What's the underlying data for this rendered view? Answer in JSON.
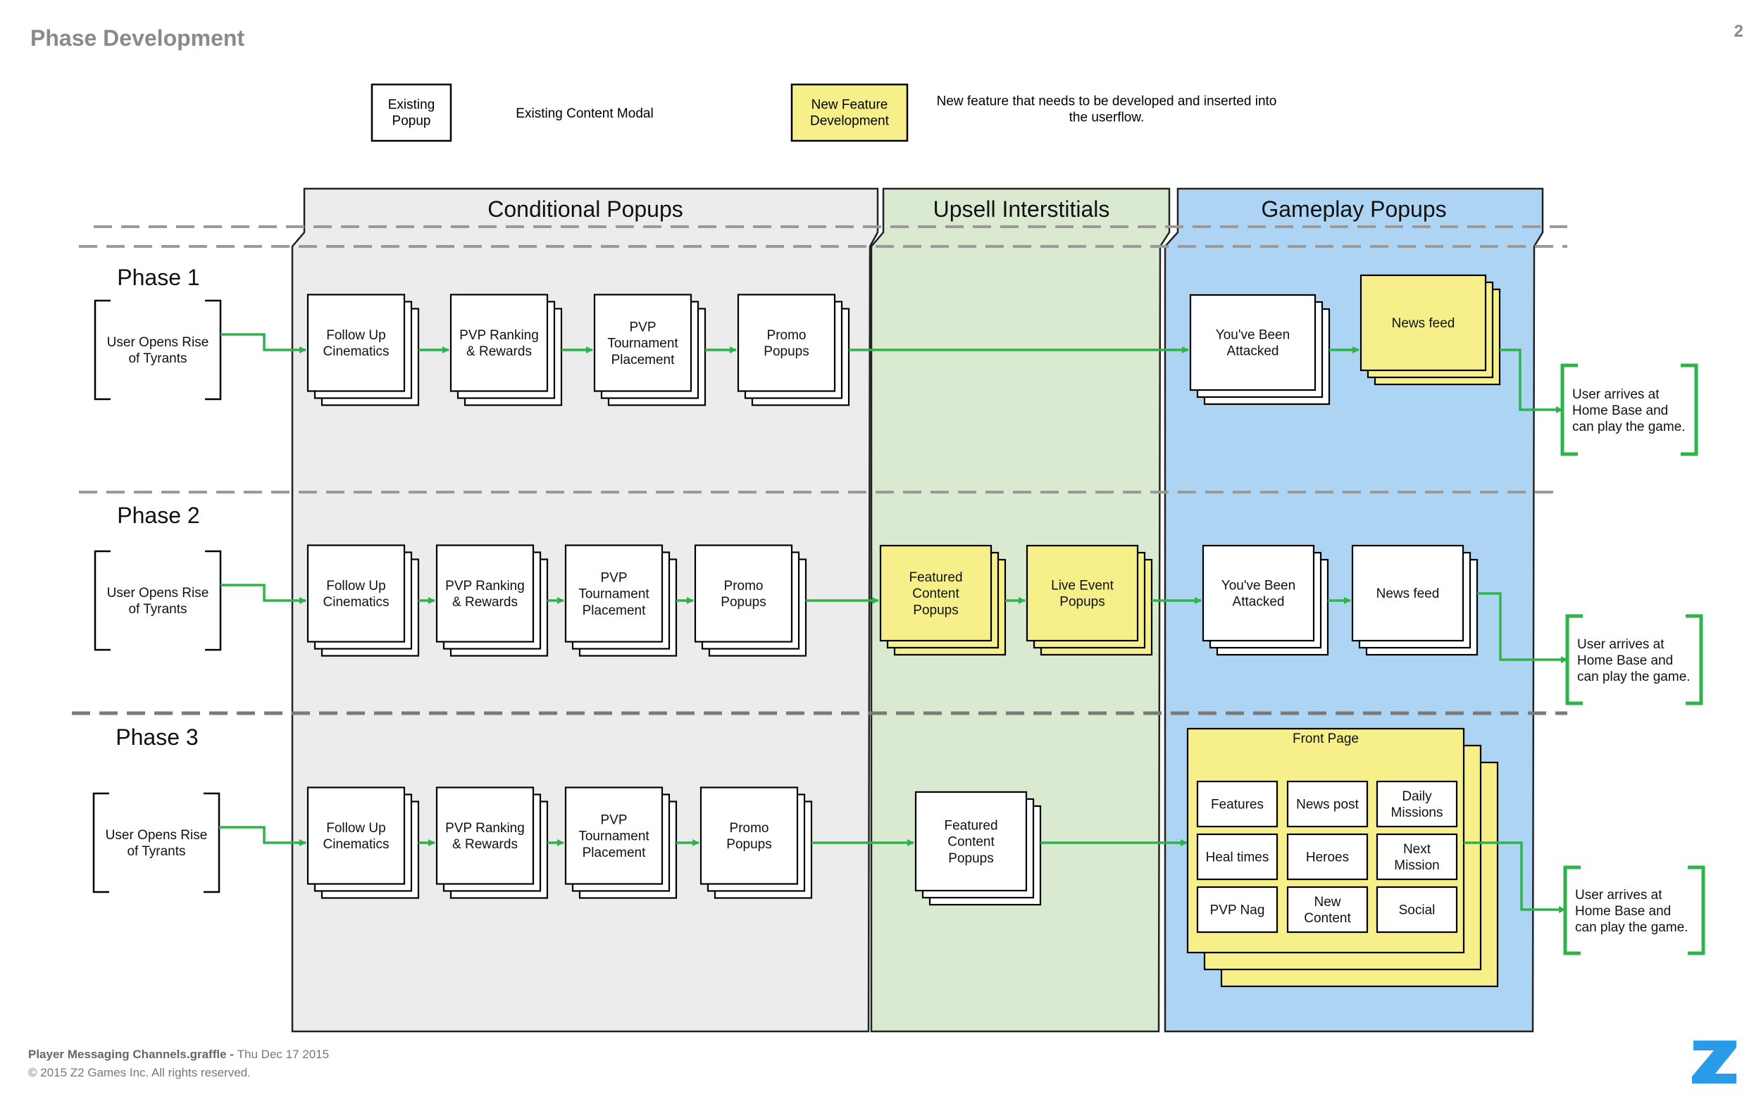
{
  "page": {
    "title": "Phase Development",
    "page_number": "2",
    "footer_file": "Player Messaging Channels.graffle - ",
    "footer_date": "Thu Dec 17 2015",
    "footer_copyright": "© 2015 Z2 Games Inc. All rights reserved."
  },
  "legend": {
    "existing_box": "Existing|Popup",
    "existing_desc": "Existing Content Modal",
    "new_box": "New Feature|Development",
    "new_desc": "New feature that needs to be developed and inserted into|the userflow."
  },
  "columns": {
    "conditional": "Conditional Popups",
    "upsell": "Upsell Interstitials",
    "gameplay": "Gameplay Popups"
  },
  "phases": [
    {
      "label": "Phase 1",
      "start": "User Opens Rise|of Tyrants",
      "conditional": [
        "Follow Up|Cinematics",
        "PVP Ranking|& Rewards",
        "PVP|Tournament|Placement",
        "Promo|Popups"
      ],
      "upsell": [],
      "gameplay": [
        "You've Been|Attacked",
        "News feed"
      ],
      "end": "User arrives at|Home Base and|can play the game."
    },
    {
      "label": "Phase 2",
      "start": "User Opens Rise|of Tyrants",
      "conditional": [
        "Follow Up|Cinematics",
        "PVP Ranking|& Rewards",
        "PVP|Tournament|Placement",
        "Promo|Popups"
      ],
      "upsell": [
        "Featured|Content|Popups",
        "Live Event|Popups"
      ],
      "gameplay": [
        "You've Been|Attacked",
        "News feed"
      ],
      "end": "User arrives at|Home Base and|can play the game."
    },
    {
      "label": "Phase 3",
      "start": "User Opens Rise|of Tyrants",
      "conditional": [
        "Follow Up|Cinematics",
        "PVP Ranking|& Rewards",
        "PVP|Tournament|Placement",
        "Promo|Popups"
      ],
      "upsell": [
        "Featured|Content|Popups"
      ],
      "front_page": {
        "title": "Front Page",
        "items": [
          "Features",
          "News post",
          "Daily|Missions",
          "Heal times",
          "Heroes",
          "Next|Mission",
          "PVP Nag",
          "New|Content",
          "Social"
        ]
      },
      "end": "User arrives at|Home Base and|can play the game."
    }
  ],
  "colors": {
    "arrow": "#2db34a",
    "new_feature": "#f7f08a",
    "conditional_bg": "#ececec",
    "upsell_bg": "#d9ead0",
    "gameplay_bg": "#aed4f3",
    "title_gray": "#8a8a8a"
  }
}
